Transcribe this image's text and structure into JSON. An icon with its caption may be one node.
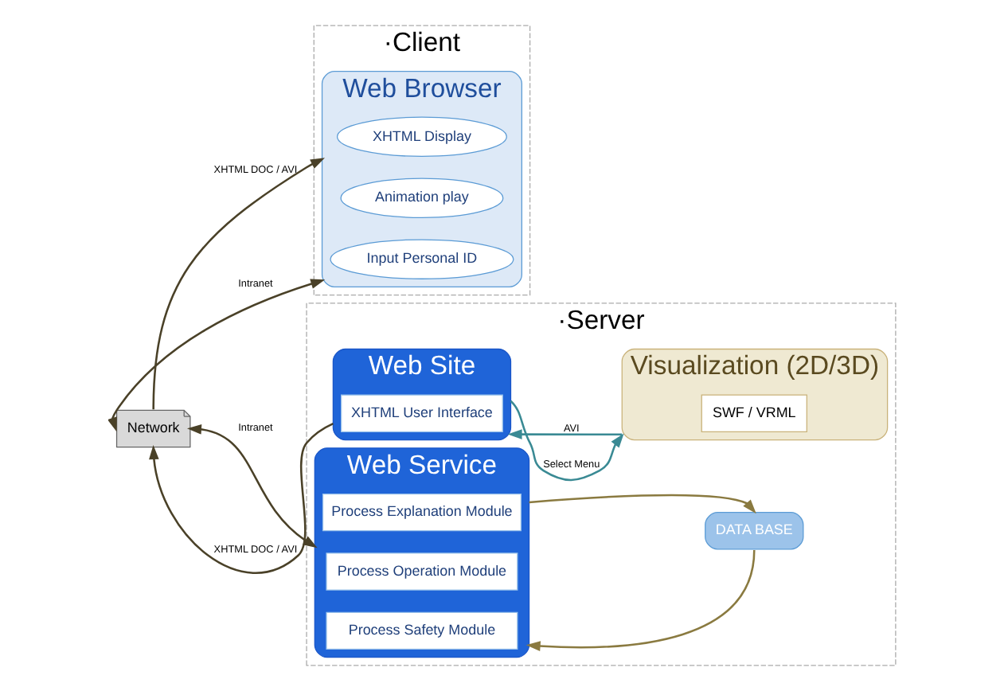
{
  "diagram": {
    "nodes": [
      {
        "text": [
          "·Client"
        ]
      },
      {
        "text": [
          "Web Browser"
        ],
        "in": 0
      },
      {
        "text": [
          "XHTML Display"
        ],
        "in": 1
      },
      {
        "text": [
          "Animation play"
        ],
        "in": 1
      },
      {
        "text": [
          "Input Personal ID"
        ],
        "in": 1
      },
      {
        "text": [
          "Network"
        ]
      },
      {
        "text": [
          "·Server"
        ]
      },
      {
        "text": [
          "Visualization (2D/3D)"
        ],
        "in": 6
      },
      {
        "text": [
          "SWF / VRML"
        ],
        "in": 7
      },
      {
        "text": [
          "DATA BASE"
        ],
        "in": 6
      },
      {
        "text": [
          "Web Site"
        ],
        "in": 6
      },
      {
        "text": [
          "XHTML User Interface"
        ],
        "in": 10
      },
      {
        "text": [
          "Web Service"
        ],
        "in": 6
      },
      {
        "text": [
          "Process Explanation Module"
        ],
        "in": 12
      },
      {
        "text": [
          "Process Operation Module"
        ],
        "in": 12
      },
      {
        "text": [
          "Process Safety Module"
        ],
        "in": 12
      }
    ],
    "edges": [
      {
        "from": 5,
        "to": 1,
        "arrow": "to",
        "label": "XHTML DOC / AVI"
      },
      {
        "from": 1,
        "to": 5,
        "arrow": "both",
        "label": "Intranet"
      },
      {
        "from": 10,
        "to": 5,
        "arrow": "to",
        "label": "XHTML DOC / AVI"
      },
      {
        "from": 5,
        "to": 12,
        "arrow": "both",
        "label": "Intranet"
      },
      {
        "from": 10,
        "to": 7,
        "arrow": "to",
        "label": "Select Menu",
        "color": "#3a8a94"
      },
      {
        "from": 7,
        "to": 10,
        "arrow": "to",
        "label": "AVI",
        "color": "#3a8a94"
      },
      {
        "from": 12,
        "to": 9,
        "arrow": "to",
        "color": "#8a7a40"
      },
      {
        "from": 9,
        "to": 12,
        "arrow": "to",
        "color": "#8a7a40"
      }
    ]
  }
}
